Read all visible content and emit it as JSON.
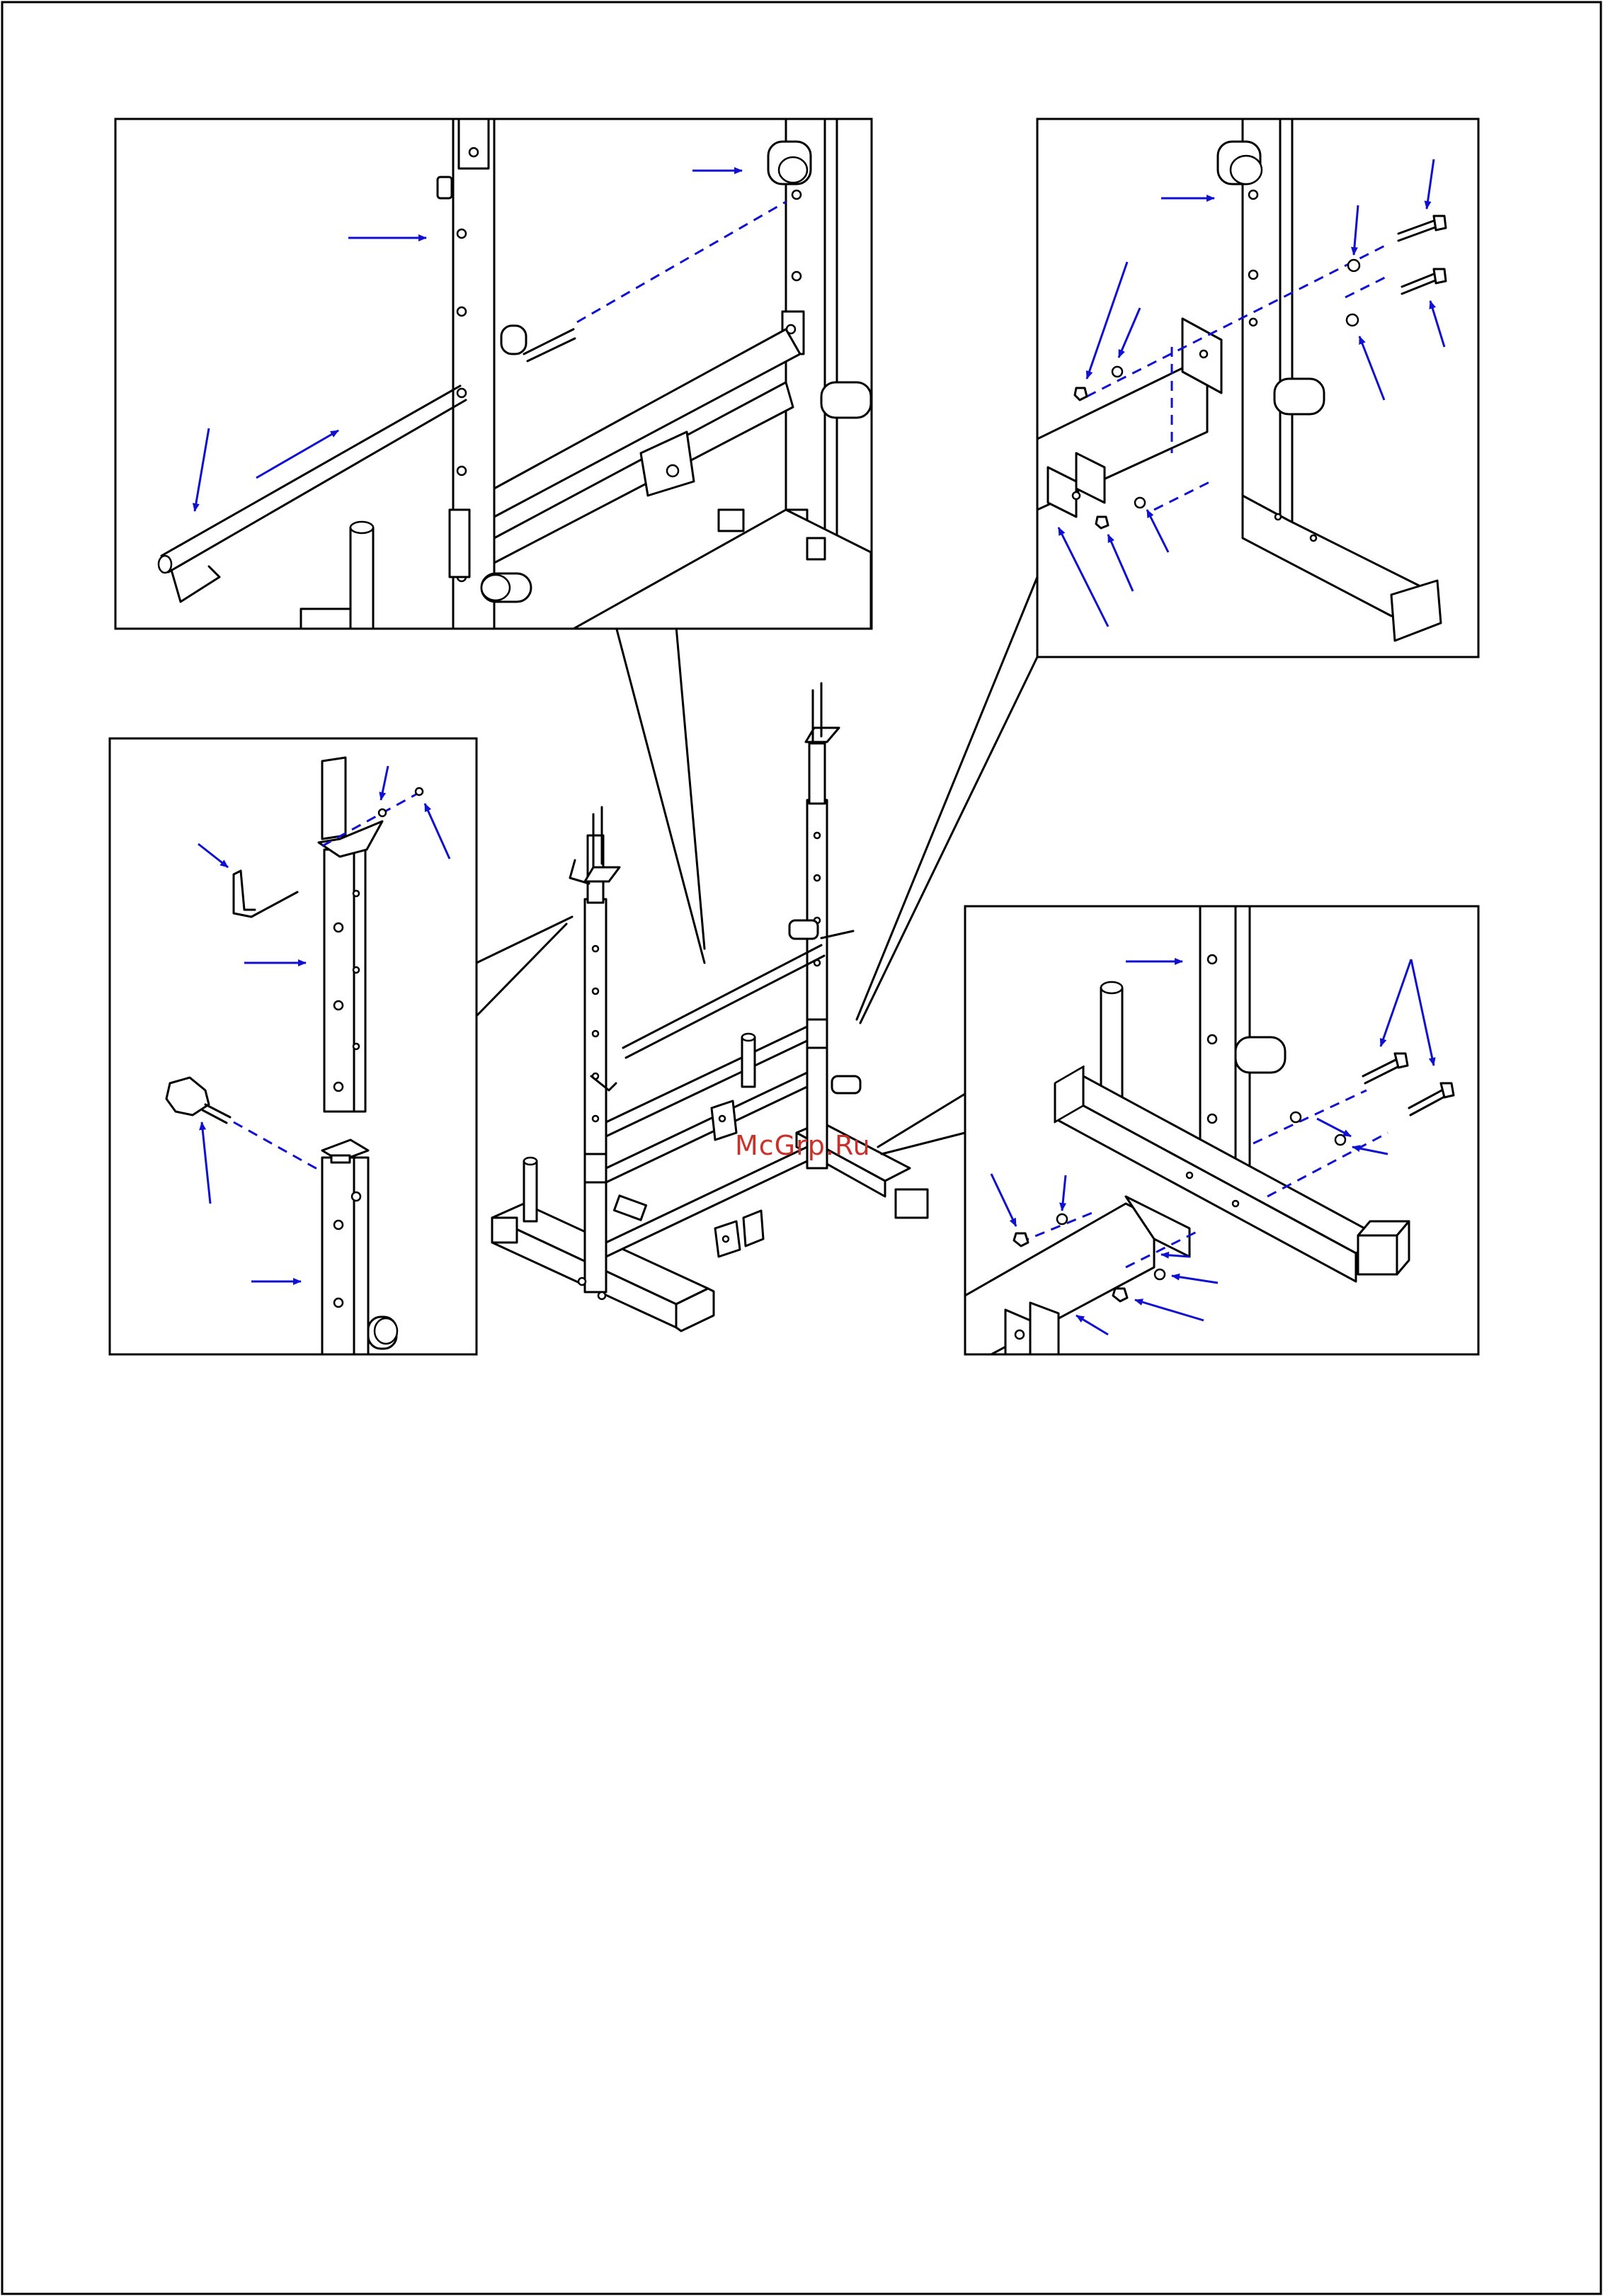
{
  "watermark": {
    "text": "McGrp.Ru",
    "color": "#c8322a"
  },
  "colors": {
    "line": "#000000",
    "arrow": "#1010d0",
    "background": "#ffffff"
  },
  "views": [
    {
      "id": "main-assembly"
    },
    {
      "id": "detail-top-left"
    },
    {
      "id": "detail-top-right"
    },
    {
      "id": "detail-middle-left"
    },
    {
      "id": "detail-middle-right"
    }
  ]
}
